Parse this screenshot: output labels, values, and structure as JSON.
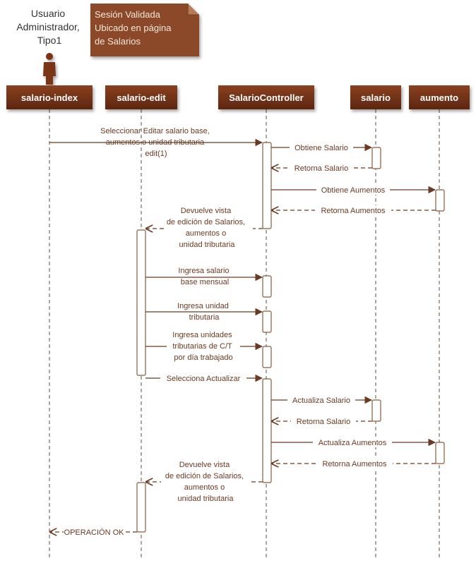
{
  "actor": {
    "lines": [
      "Usuario",
      "Administrador,",
      "Tipo1"
    ],
    "icon": "person-icon"
  },
  "note": {
    "lines": [
      "Sesión Validada",
      "Ubicado en página",
      "de Salarios"
    ],
    "color": "#8b4a2b"
  },
  "colors": {
    "header_fill": "#6b2f16",
    "note_fill": "#8b4a2b",
    "arrow": "#6b3a22"
  },
  "lifelines": [
    {
      "id": "salario-index",
      "label": "salario-index"
    },
    {
      "id": "salario-edit",
      "label": "salario-edit"
    },
    {
      "id": "salario-controller",
      "label": "SalarioController"
    },
    {
      "id": "salario",
      "label": "salario"
    },
    {
      "id": "aumento",
      "label": "aumento"
    }
  ],
  "messages": [
    {
      "id": "msg-editar",
      "lines": [
        "Seleccionar Editar salario base,",
        "aumentos o unidad tributaria",
        "edit(1)"
      ]
    },
    {
      "id": "msg-obtiene-salario",
      "lines": [
        "Obtiene Salario"
      ]
    },
    {
      "id": "msg-retorna-salario",
      "lines": [
        "Retorna Salario"
      ]
    },
    {
      "id": "msg-obtiene-aumentos",
      "lines": [
        "Obtiene Aumentos"
      ]
    },
    {
      "id": "msg-retorna-aumentos",
      "lines": [
        "Retorna Aumentos"
      ]
    },
    {
      "id": "msg-devuelve-vista-1",
      "lines": [
        "Devuelve vista",
        "de edición de Salarios,",
        "aumentos o",
        "unidad tributaria"
      ]
    },
    {
      "id": "msg-ingresa-salario",
      "lines": [
        "Ingresa salario",
        "base mensual"
      ]
    },
    {
      "id": "msg-ingresa-unidad",
      "lines": [
        "Ingresa unidad",
        "tributaria"
      ]
    },
    {
      "id": "msg-ingresa-unidades",
      "lines": [
        "Ingresa unidades",
        "tributarias de C/T",
        "por día trabajado"
      ]
    },
    {
      "id": "msg-selecciona-actualizar",
      "lines": [
        "Selecciona Actualizar"
      ]
    },
    {
      "id": "msg-actualiza-salario",
      "lines": [
        "Actualiza Salario"
      ]
    },
    {
      "id": "msg-retorna-salario-2",
      "lines": [
        "Retorna Salario"
      ]
    },
    {
      "id": "msg-actualiza-aumentos",
      "lines": [
        "Actualiza Aumentos"
      ]
    },
    {
      "id": "msg-retorna-aumentos-2",
      "lines": [
        "Retorna Aumentos"
      ]
    },
    {
      "id": "msg-devuelve-vista-2",
      "lines": [
        "Devuelve vista",
        "de edición de Salarios,",
        "aumentos o",
        "unidad tributaria"
      ]
    },
    {
      "id": "msg-operacion-ok",
      "lines": [
        "OPERACIÓN OK"
      ]
    }
  ]
}
